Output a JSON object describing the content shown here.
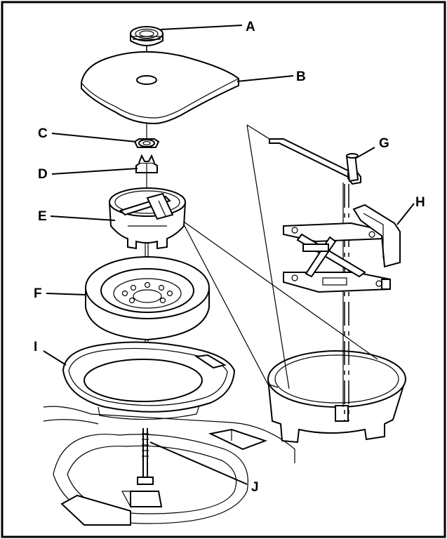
{
  "diagram": {
    "callouts": {
      "a": "A",
      "b": "B",
      "c": "C",
      "d": "D",
      "e": "E",
      "f": "F",
      "g": "G",
      "h": "H",
      "i": "I",
      "j": "J"
    }
  }
}
